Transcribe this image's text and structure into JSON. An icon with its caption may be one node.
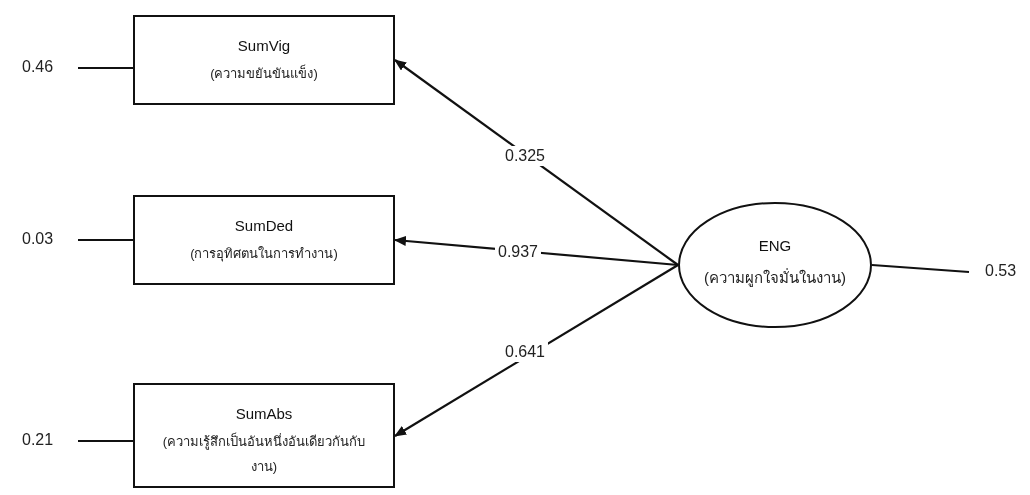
{
  "diagram": {
    "nodes": [
      {
        "text": [
          "0.46"
        ]
      },
      {
        "text": [
          "SumVig",
          "(ความขยันขันแข็ง)"
        ]
      },
      {
        "text": [
          "0.03"
        ]
      },
      {
        "text": [
          "SumDed",
          "(การอุทิศตนในการทำงาน)"
        ]
      },
      {
        "text": [
          "ENG",
          "(ความผูกใจมั่นในงาน)"
        ]
      },
      {
        "text": [
          "0.53"
        ]
      },
      {
        "text": [
          "0.21"
        ]
      },
      {
        "text": [
          "SumAbs",
          "(ความเรู้สึกเป็นอันหนึ่งอันเดียวกันกับงาน)"
        ]
      }
    ],
    "edges": [
      {
        "from": 4,
        "to": 1,
        "arrow": "to",
        "label": "0.325"
      },
      {
        "from": 4,
        "to": 3,
        "arrow": "to",
        "label": "0.937"
      },
      {
        "from": 4,
        "to": 7,
        "arrow": "to",
        "label": "0.641"
      },
      {
        "from": 0,
        "to": 1,
        "arrow": "none"
      },
      {
        "from": 2,
        "to": 3,
        "arrow": "none"
      },
      {
        "from": 6,
        "to": 7,
        "arrow": "none"
      },
      {
        "from": 4,
        "to": 5,
        "arrow": "none"
      }
    ]
  }
}
